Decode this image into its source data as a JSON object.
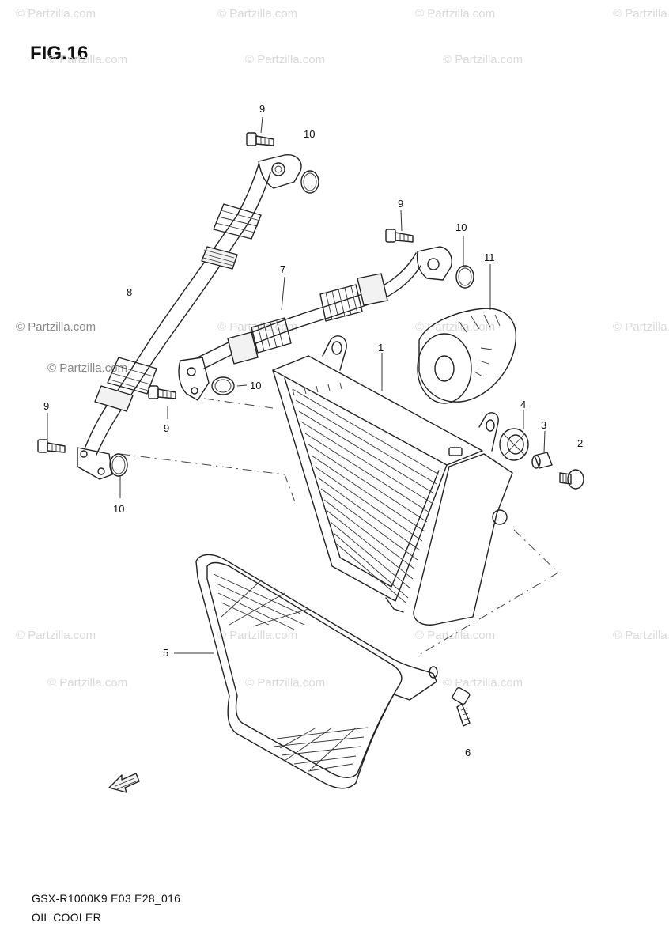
{
  "figure": {
    "title": "FIG.16"
  },
  "footer": {
    "model_code": "GSX-R1000K9 E03 E28_016",
    "assembly_name": "OIL COOLER"
  },
  "watermark": {
    "text": "© Partzilla.com",
    "color": "#d9d9d9"
  },
  "callouts": {
    "c1": "1",
    "c2": "2",
    "c3": "3",
    "c4": "4",
    "c5": "5",
    "c6": "6",
    "c7": "7",
    "c8": "8",
    "c9a": "9",
    "c9b": "9",
    "c9c": "9",
    "c9d": "9",
    "c10a": "10",
    "c10b": "10",
    "c10c": "10",
    "c10d": "10",
    "c11": "11"
  },
  "icons": {
    "direction": "front-arrow-icon"
  }
}
